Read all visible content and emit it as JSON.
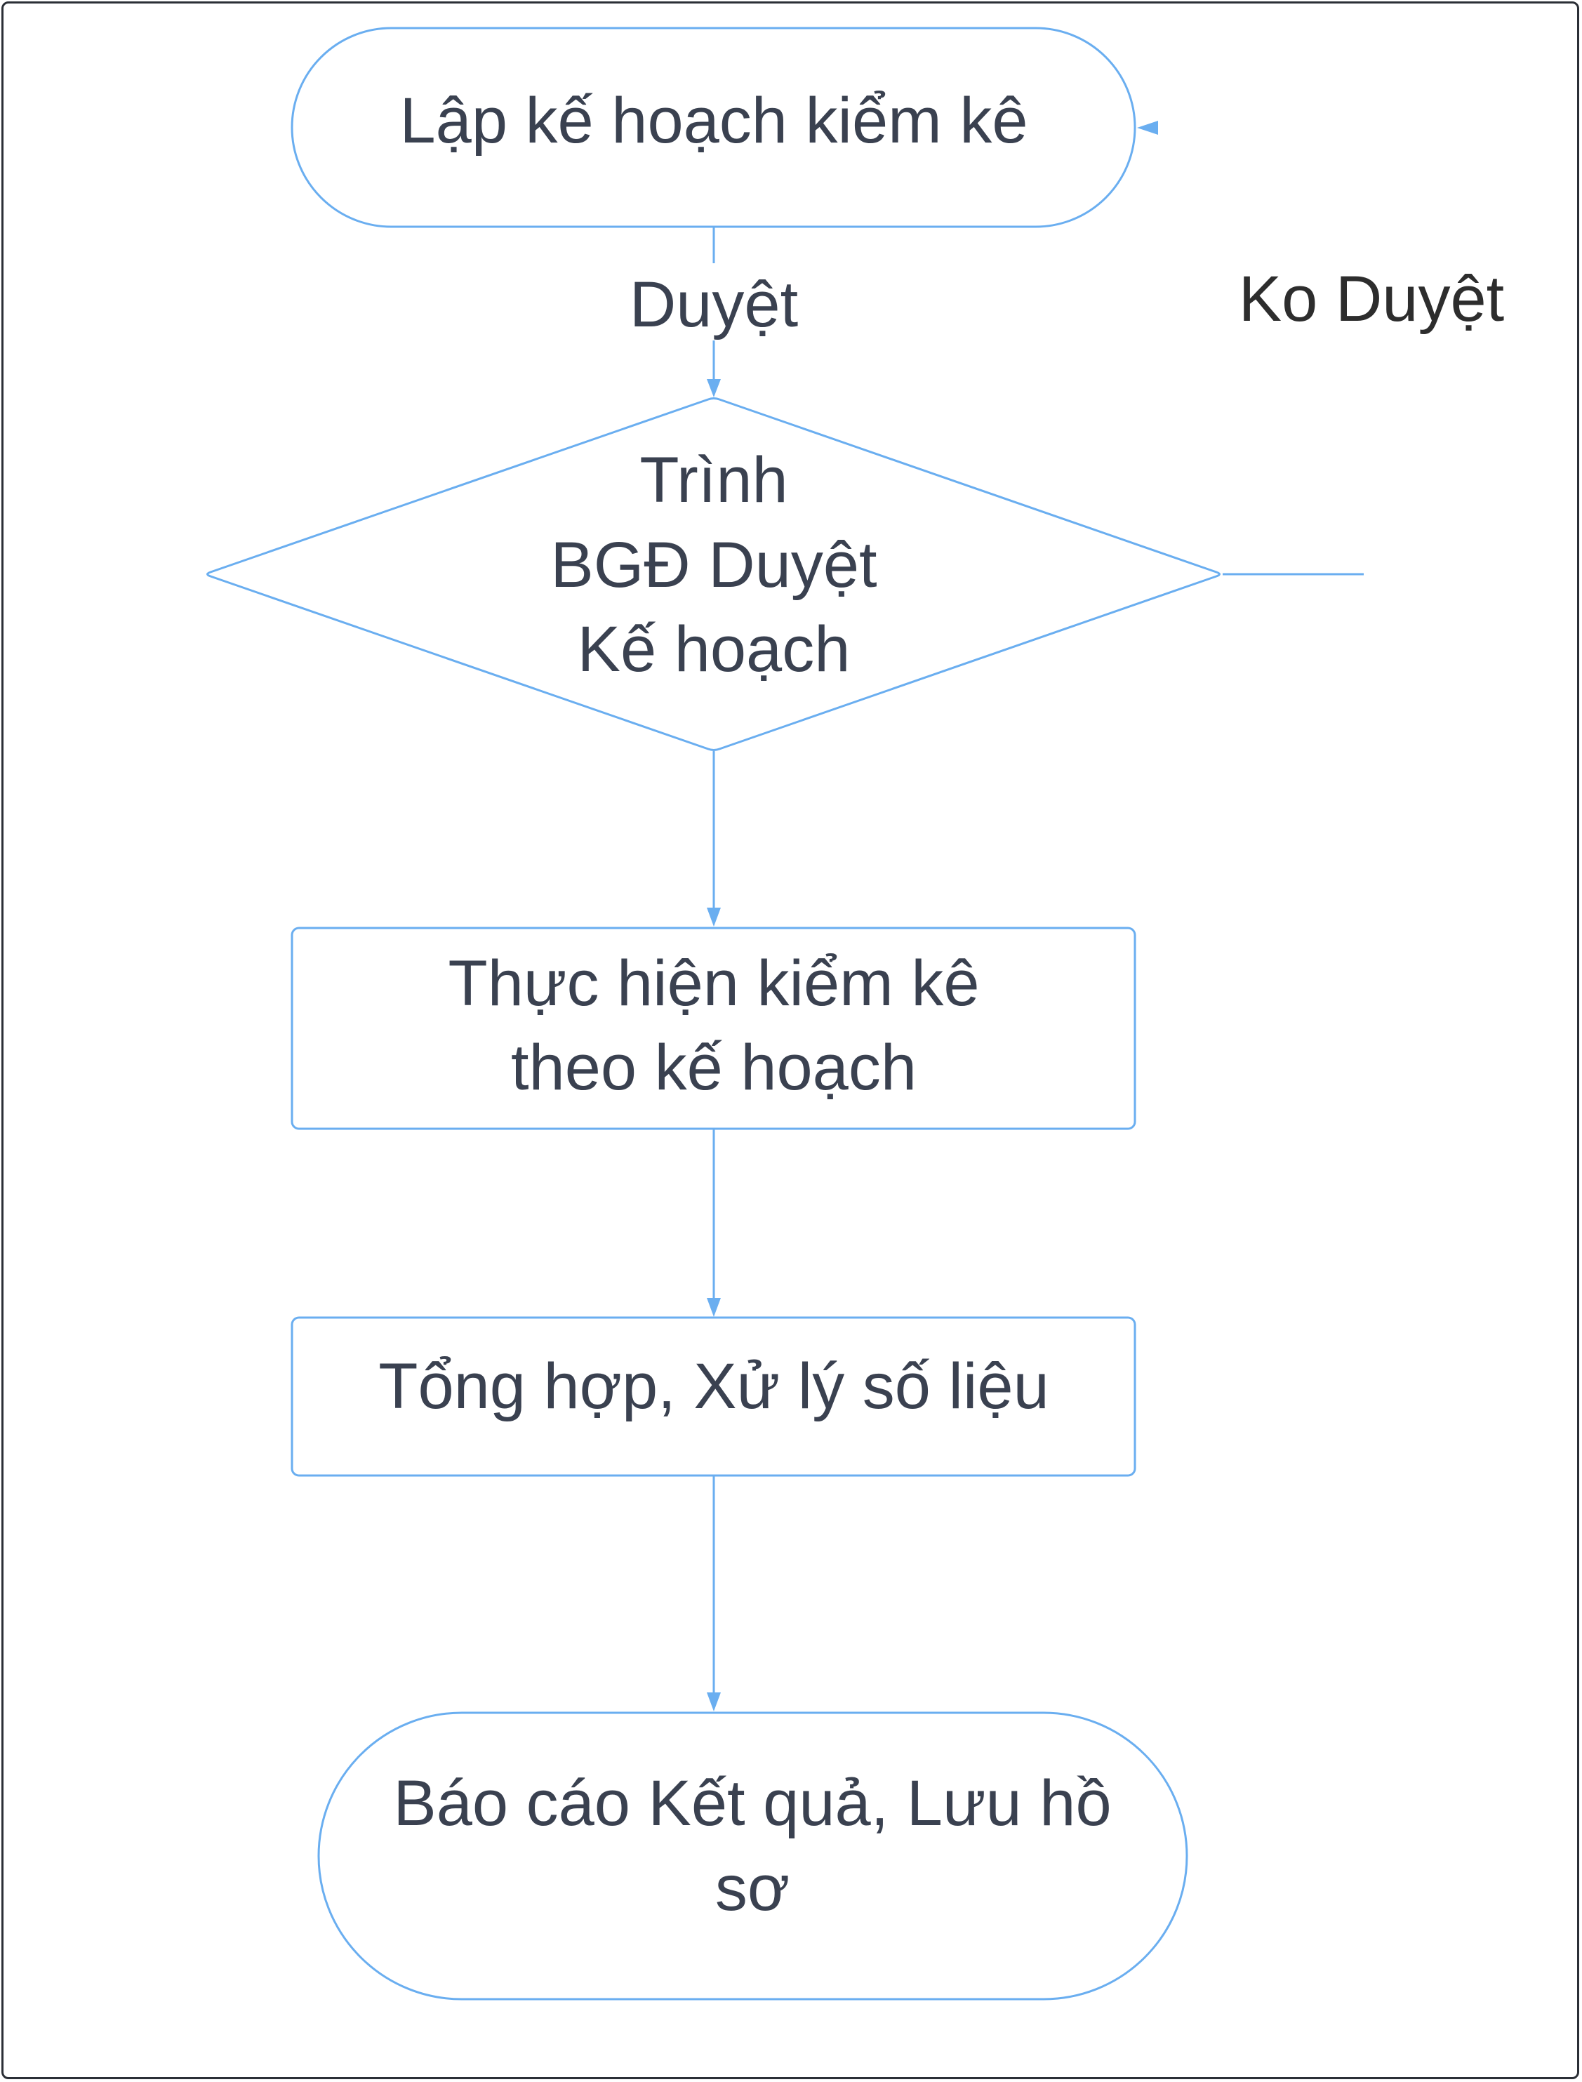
{
  "nodes": {
    "start": {
      "lines": [
        "Lập kế hoạch kiểm kê"
      ]
    },
    "decision": {
      "lines": [
        "Trình",
        "BGĐ Duyệt",
        "Kế hoạch"
      ]
    },
    "execute": {
      "lines": [
        "Thực hiện kiểm kê",
        "theo kế hoạch"
      ]
    },
    "aggregate": {
      "lines": [
        "Tổng hợp, Xử lý số liệu"
      ]
    },
    "end": {
      "lines": [
        "Báo cáo Kết quả, Lưu hồ",
        "sơ"
      ]
    }
  },
  "edges": {
    "approved": {
      "label": "Duyệt"
    },
    "rejected": {
      "label": "Ko Duyệt"
    }
  },
  "colors": {
    "stroke": "#6aaef0",
    "text": "#3a4150",
    "border": "#2b2f36"
  }
}
